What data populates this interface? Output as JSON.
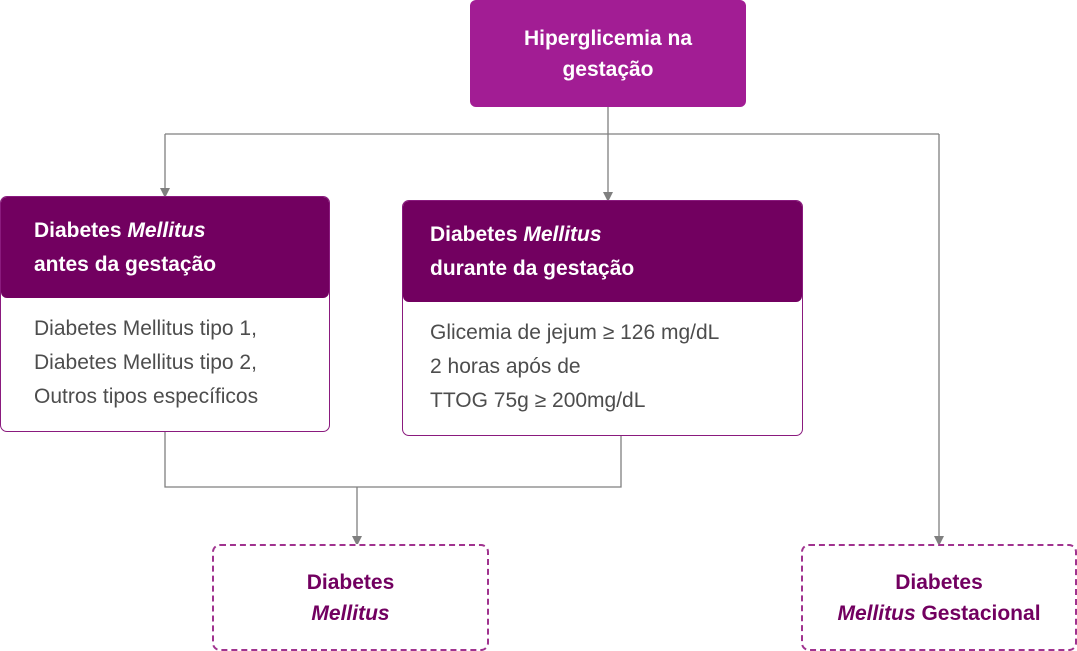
{
  "top": {
    "line1": "Hiperglicemia na",
    "line2": "gestação"
  },
  "left_card": {
    "title_prefix": "Diabetes ",
    "title_italic": "Mellitus",
    "title_line2": "antes da gestação",
    "items": [
      "Diabetes Mellitus tipo 1,",
      "Diabetes Mellitus tipo 2,",
      "Outros tipos específicos"
    ]
  },
  "mid_card": {
    "title_prefix": "Diabetes ",
    "title_italic": "Mellitus",
    "title_line2": "durante da gestação",
    "items": [
      "Glicemia de jejum ≥ 126 mg/dL",
      "2 horas após de",
      "TTOG 75g ≥  200mg/dL"
    ]
  },
  "result_left": {
    "line1": "Diabetes",
    "line2_italic": "Mellitus"
  },
  "result_right": {
    "line1": "Diabetes",
    "line2_italic": "Mellitus",
    "line2_rest": " Gestacional"
  },
  "colors": {
    "top_box": "#a21d94",
    "card_header": "#720060",
    "result_text": "#720060",
    "connector": "#7f7f7f"
  }
}
